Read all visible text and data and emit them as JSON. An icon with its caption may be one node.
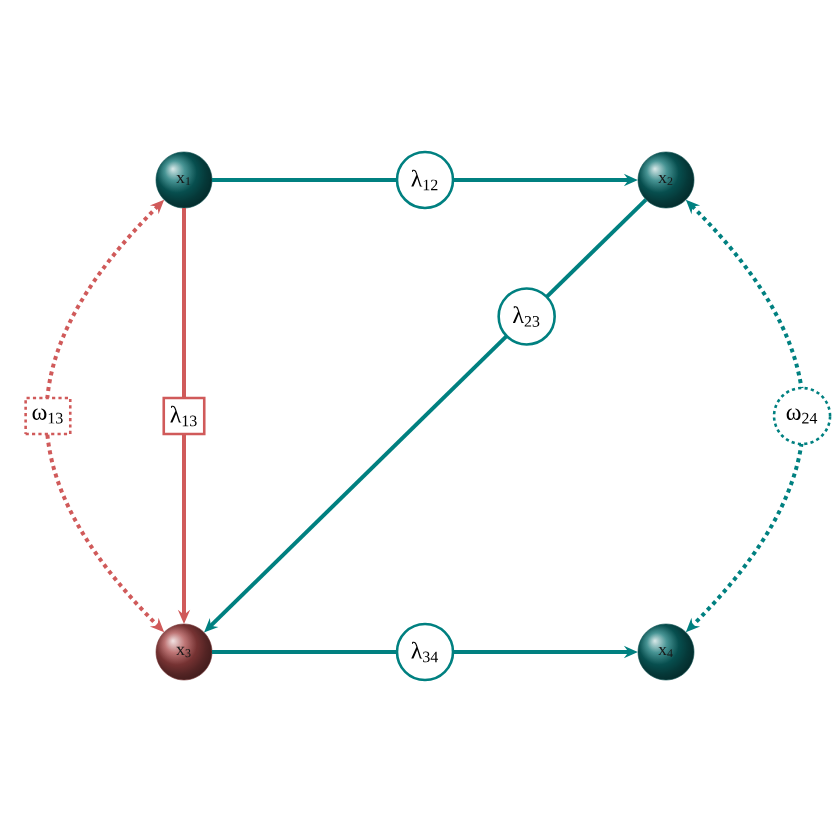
{
  "diagram": {
    "nodes": [
      {
        "text": [
          "x$_{1}$"
        ]
      },
      {
        "text": [
          "x$_{2}$"
        ]
      },
      {
        "text": [
          "x$_{3}$"
        ]
      },
      {
        "text": [
          "x$_{4}$"
        ]
      }
    ],
    "edges": [
      {
        "from": 0,
        "to": 1,
        "arrow": "to",
        "label": "λ$_{12}$"
      },
      {
        "from": 0,
        "to": 2,
        "arrow": "to",
        "label": "λ$_{13}$",
        "color": "#d05a5a"
      },
      {
        "from": 1,
        "to": 2,
        "arrow": "to",
        "label": "λ$_{23}$"
      },
      {
        "from": 2,
        "to": 3,
        "arrow": "to",
        "label": "λ$_{34}$"
      },
      {
        "from": 0,
        "to": 2,
        "arrow": "both",
        "label": "ω$_{13}$",
        "style": "dashed",
        "color": "#d05a5a"
      },
      {
        "from": 1,
        "to": 3,
        "arrow": "both",
        "label": "ω$_{24}$",
        "style": "dashed"
      }
    ]
  }
}
